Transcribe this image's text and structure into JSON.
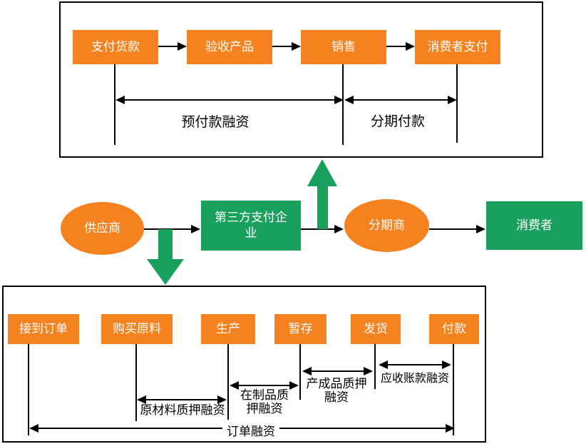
{
  "colors": {
    "orange": "#F6821F",
    "green": "#18A05C",
    "line": "#000000",
    "background": "#FFFFFF",
    "node_text": "#FFFFFF",
    "label_text": "#000000"
  },
  "top_panel": {
    "steps": [
      {
        "label": "支付货款"
      },
      {
        "label": "验收产品"
      },
      {
        "label": "销售"
      },
      {
        "label": "消费者支付"
      }
    ],
    "span_labels": [
      {
        "label": "预付款融资"
      },
      {
        "label": "分期付款"
      }
    ]
  },
  "middle_row": {
    "nodes": [
      {
        "label": "供应商",
        "shape": "ellipse"
      },
      {
        "label": "第三方支付企\n业",
        "shape": "rect"
      },
      {
        "label": "分期商",
        "shape": "ellipse"
      },
      {
        "label": "消费者",
        "shape": "rect"
      }
    ]
  },
  "bottom_panel": {
    "steps": [
      {
        "label": "接到订单"
      },
      {
        "label": "购买原料"
      },
      {
        "label": "生产"
      },
      {
        "label": "暂存"
      },
      {
        "label": "发货"
      },
      {
        "label": "付款"
      }
    ],
    "span_labels": [
      {
        "label": "原材料质押融资"
      },
      {
        "label": "在制品质\n押融资"
      },
      {
        "label": "产成品质押\n融资"
      },
      {
        "label": "应收账款融资"
      },
      {
        "label": "订单融资"
      }
    ]
  }
}
